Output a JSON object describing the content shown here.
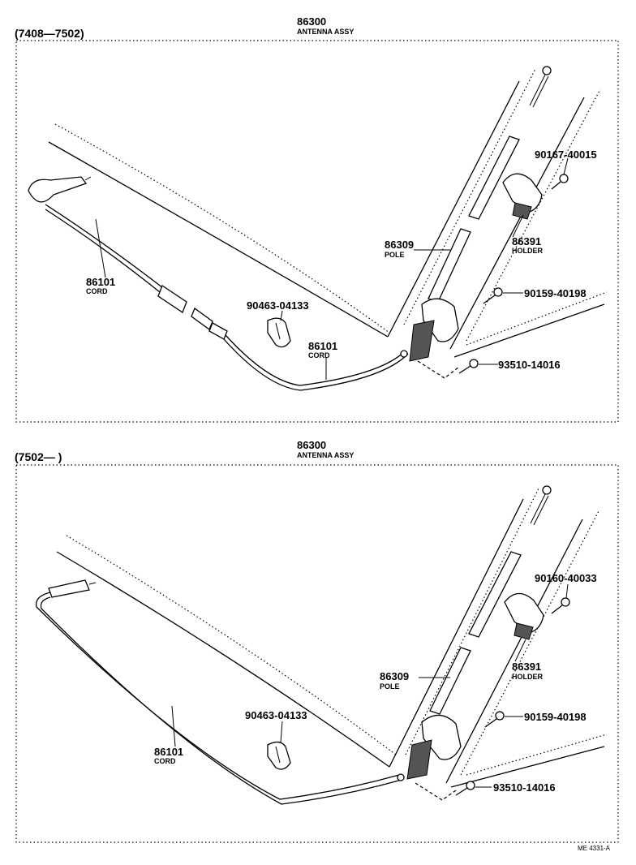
{
  "panels": [
    {
      "period": "(7408—7502)",
      "assy_number": "86300",
      "assy_name": "ANTENNA ASSY",
      "parts": [
        {
          "number": "90167-40015",
          "name": ""
        },
        {
          "number": "86391",
          "name": "HOLDER"
        },
        {
          "number": "86309",
          "name": "POLE"
        },
        {
          "number": "90159-40198",
          "name": ""
        },
        {
          "number": "93510-14016",
          "name": ""
        },
        {
          "number": "86101",
          "name": "CORD"
        },
        {
          "number": "86101",
          "name": "CORD"
        },
        {
          "number": "90463-04133",
          "name": ""
        }
      ]
    },
    {
      "period": "(7502—        )",
      "assy_number": "86300",
      "assy_name": "ANTENNA ASSY",
      "parts": [
        {
          "number": "90160-40033",
          "name": ""
        },
        {
          "number": "86391",
          "name": "HOLDER"
        },
        {
          "number": "86309",
          "name": "POLE"
        },
        {
          "number": "90159-40198",
          "name": ""
        },
        {
          "number": "93510-14016",
          "name": ""
        },
        {
          "number": "86101",
          "name": "CORD"
        },
        {
          "number": "90463-04133",
          "name": ""
        }
      ]
    }
  ],
  "footer_code": "ME 4331-A"
}
